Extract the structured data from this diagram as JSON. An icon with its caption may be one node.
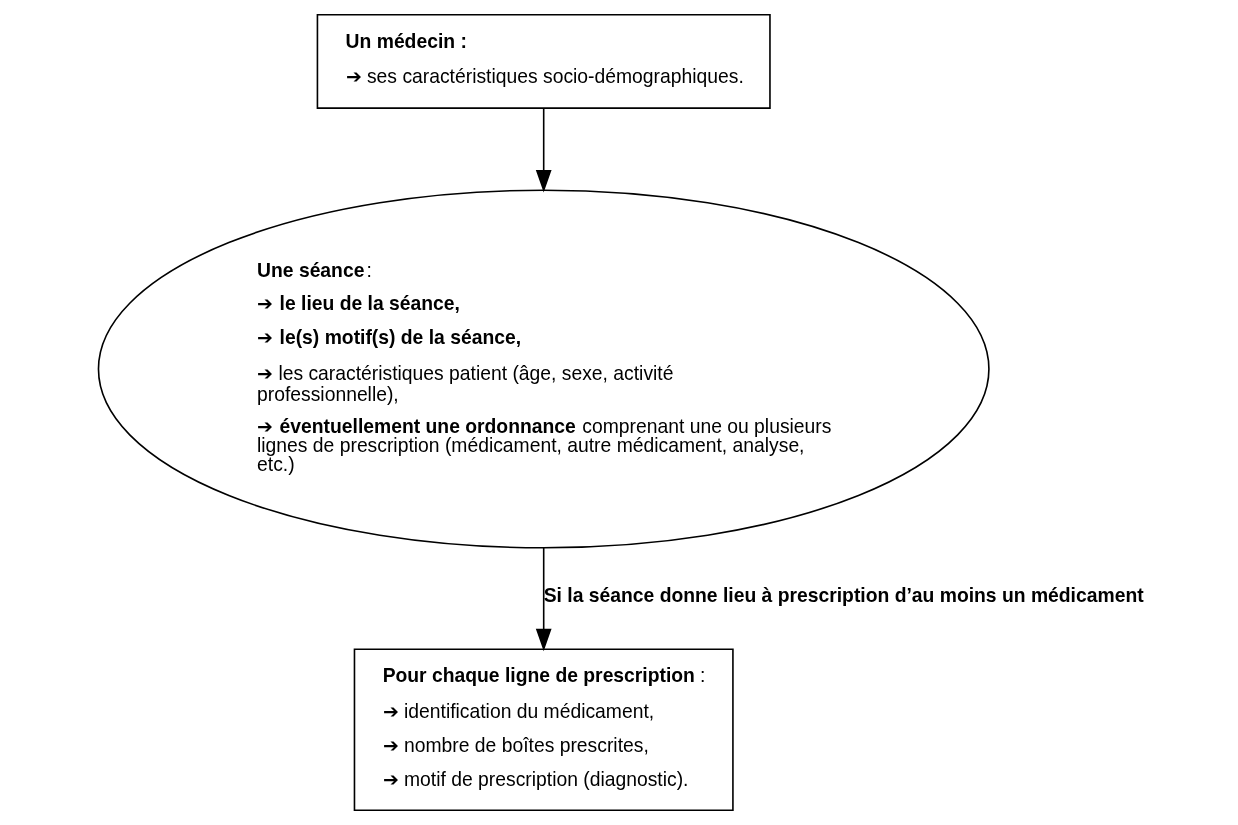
{
  "diagram": {
    "nodes": [
      {
        "text": [
          "Un médecin :",
          "➔ ses caractéristiques socio-démographiques."
        ]
      },
      {
        "text": [
          "**Une séance**:",
          "➔ **le lieu de la séance,**",
          "➔ **le(s) motif(s) de la séance,**",
          "➔ les caractéristiques patient (âge, sexe, activité professionnelle),",
          "➔ **éventuellement une ordonnance** comprenant une ou plusieurs lignes de prescription (médicament, autre médicament, analyse, etc.)"
        ]
      },
      {
        "text": [
          "**Pour chaque ligne de prescription** :",
          "➔ identification du médicament,",
          "➔ nombre de boîtes prescrites,",
          "➔ motif de prescription (diagnostic)."
        ]
      }
    ],
    "edges": [
      {
        "from": 0,
        "to": 1,
        "arrow": "to"
      },
      {
        "from": 1,
        "to": 2,
        "arrow": "to",
        "label": "Si la séance donne lieu à prescription d’au moins un médicament"
      }
    ]
  }
}
